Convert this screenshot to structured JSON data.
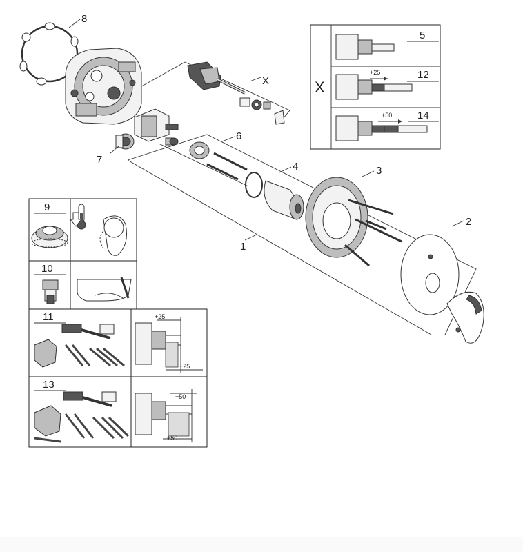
{
  "callouts": {
    "c1": "1",
    "c2": "2",
    "c3": "3",
    "c4": "4",
    "c5": "5",
    "c6": "6",
    "c7": "7",
    "c8": "8",
    "c9": "9",
    "c10": "10",
    "c11": "11",
    "c12": "12",
    "c13": "13",
    "c14": "14",
    "cx_main": "X",
    "cx_box": "X"
  },
  "dimensions": {
    "d12": "+25",
    "d14": "+50",
    "d11_top": "+25",
    "d11_bottom": "+25",
    "d13_top": "+50",
    "d13_bottom": "+50"
  }
}
